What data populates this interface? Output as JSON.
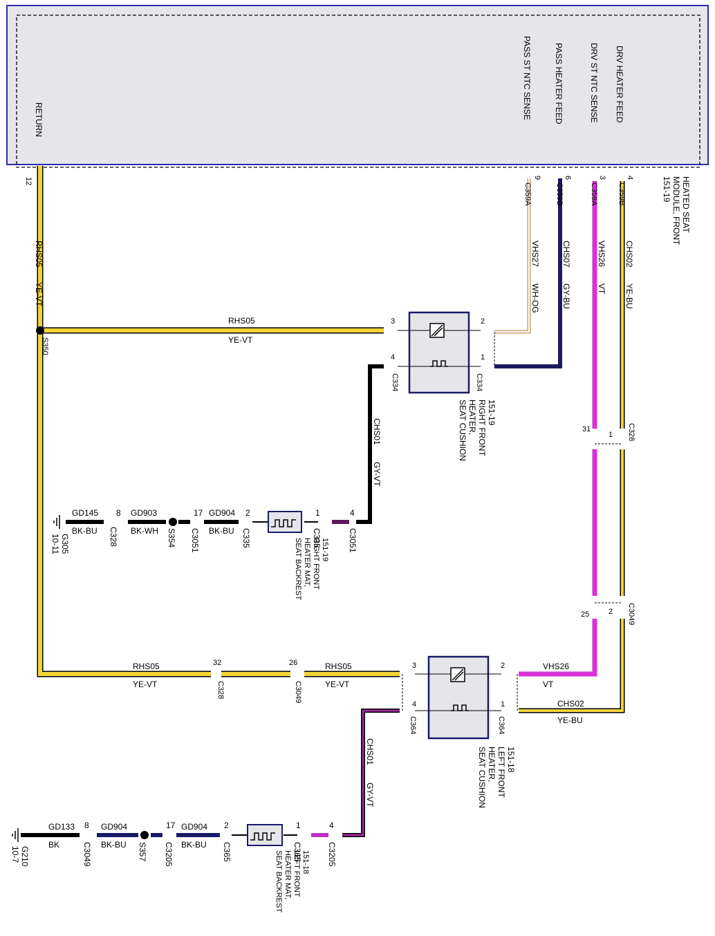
{
  "module": {
    "title_lines": [
      "HEATED SEAT",
      "MODULE, FRONT",
      "151-19"
    ],
    "pins": {
      "return": "RETURN",
      "pass_ntc": "PASS ST NTC SENSE",
      "pass_feed": "PASS HEATER FEED",
      "drv_ntc": "DRV ST NTC SENSE",
      "drv_feed": "DRV HEATER FEED"
    },
    "pin_numbers": {
      "return": "12",
      "pass_ntc": "9",
      "pass_feed": "6",
      "drv_ntc": "3",
      "drv_feed": "4"
    },
    "connectors": {
      "pass_ntc": "C359A",
      "pass_feed": "C359B",
      "drv_ntc": "C359A",
      "drv_feed": "C359B"
    }
  },
  "wires": {
    "rhs05": {
      "circuit": "RHS05",
      "color": "YE-VT"
    },
    "vhs27": {
      "circuit": "VHS27",
      "color": "WH-OG"
    },
    "chs07": {
      "circuit": "CHS07",
      "color": "GY-BU"
    },
    "vhs26": {
      "circuit": "VHS26",
      "color": "VT"
    },
    "chs02": {
      "circuit": "CHS02",
      "color": "YE-BU"
    },
    "chs01": {
      "circuit": "CHS01",
      "color": "GY-VT"
    },
    "gd145": {
      "circuit": "GD145",
      "color": "BK-BU"
    },
    "gd903": {
      "circuit": "GD903",
      "color": "BK-WH"
    },
    "gd904": {
      "circuit": "GD904",
      "color": "BK-BU"
    },
    "gd133": {
      "circuit": "GD133",
      "color": "BK"
    }
  },
  "splices": {
    "s350": "S350",
    "s354": "S354",
    "s357": "S357"
  },
  "grounds": {
    "g305": {
      "name": "G305",
      "ref": "10-11"
    },
    "g210": {
      "name": "G210",
      "ref": "10-7"
    }
  },
  "components": {
    "cushion_rf": [
      "SEAT CUSHION",
      "HEATER,",
      "RIGHT FRONT",
      "151-19"
    ],
    "cushion_lf": [
      "SEAT CUSHION",
      "HEATER,",
      "LEFT FRONT",
      "151-18"
    ],
    "backrest_rf": [
      "SEAT BACKREST",
      "HEATER MAT,",
      "RIGHT FRONT",
      "151-19"
    ],
    "backrest_lf": [
      "SEAT BACKREST",
      "HEATER MAT,",
      "LEFT FRONT",
      "151-18"
    ]
  },
  "connectors": {
    "c334": "C334",
    "c328": "C328",
    "c3049": "C3049",
    "c364": "C364",
    "c335": "C335",
    "c3051": "C3051",
    "c365": "C365",
    "c3205": "C3205"
  },
  "pins": {
    "p1": "1",
    "p2": "2",
    "p3": "3",
    "p4": "4",
    "p8": "8",
    "p17": "17",
    "p25": "25",
    "p26": "26",
    "p31": "31",
    "p32": "32"
  },
  "colors": {
    "yellow": "#f2d43a",
    "violet": "#d633d6",
    "navy": "#1a1a5c",
    "black": "#000000",
    "blue_module": "#2b2bb0",
    "module_fill": "#e6e6ea"
  }
}
